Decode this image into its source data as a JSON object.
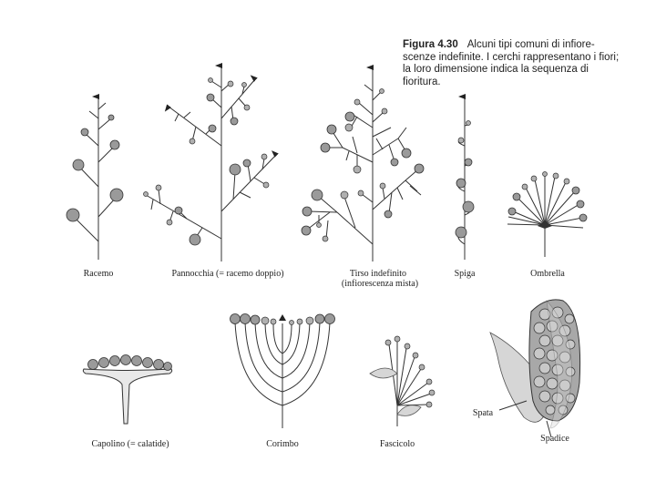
{
  "caption": {
    "figure_number": "Figura 4.30",
    "text": "Alcuni tipi comuni di infiore-scenze indefinite. I cerchi rappresentano i fiori; la loro dimensione indica la sequenza di fioritura."
  },
  "labels": {
    "racemo": "Racemo",
    "pannocchia": "Pannocchia (= racemo doppio)",
    "tirso_line1": "Tirso indefinito",
    "tirso_line2": "(infiorescenza mista)",
    "spiga": "Spiga",
    "ombrella": "Ombrella",
    "capolino": "Capolino (= calatide)",
    "corimbo": "Corimbo",
    "fascicolo": "Fascicolo",
    "spata": "Spata",
    "spadice": "Spadice"
  }
}
